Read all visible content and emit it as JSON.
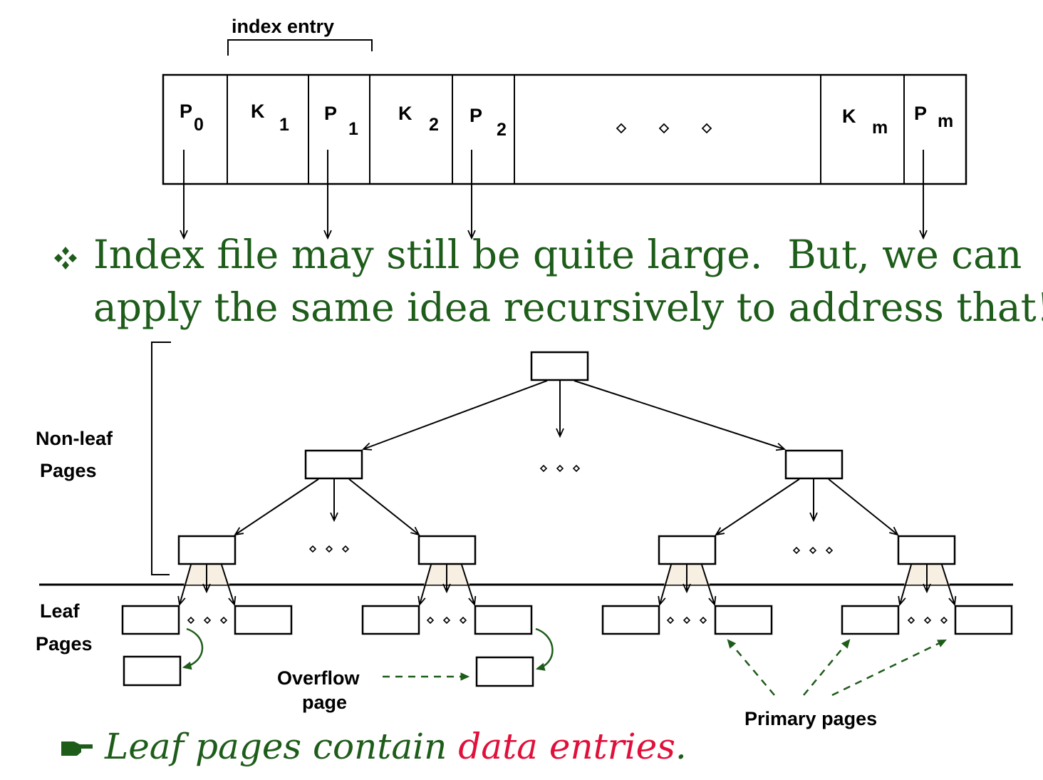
{
  "index_entry": {
    "label": "index entry",
    "cells": [
      {
        "main": "P",
        "sub": "0"
      },
      {
        "main": "K",
        "sub": "1"
      },
      {
        "main": "P",
        "sub": "1"
      },
      {
        "main": "K",
        "sub": "2"
      },
      {
        "main": "P",
        "sub": "2"
      },
      {
        "main": "",
        "sub": ""
      },
      {
        "main": "K",
        "sub": "m"
      },
      {
        "main": "P",
        "sub": "m"
      }
    ]
  },
  "bullet": {
    "line1": "Index file may still be quite large.  But, we can",
    "line2": "apply the same idea recursively to address that!"
  },
  "tree": {
    "nonleaf_label_1": "Non-leaf",
    "nonleaf_label_2": "Pages",
    "leaf_label_1": "Leaf",
    "leaf_label_2": "Pages",
    "overflow_label_1": "Overflow",
    "overflow_label_2": "page",
    "primary_label": "Primary pages"
  },
  "note": {
    "text_green": "Leaf pages contain ",
    "text_red": "data entries",
    "text_end": "."
  },
  "colors": {
    "green": "#1e5c1a",
    "red": "#e0103a"
  },
  "icons": {
    "bullet": "diamond-bullet-icon",
    "pointing_hand": "pointing-hand-icon"
  }
}
